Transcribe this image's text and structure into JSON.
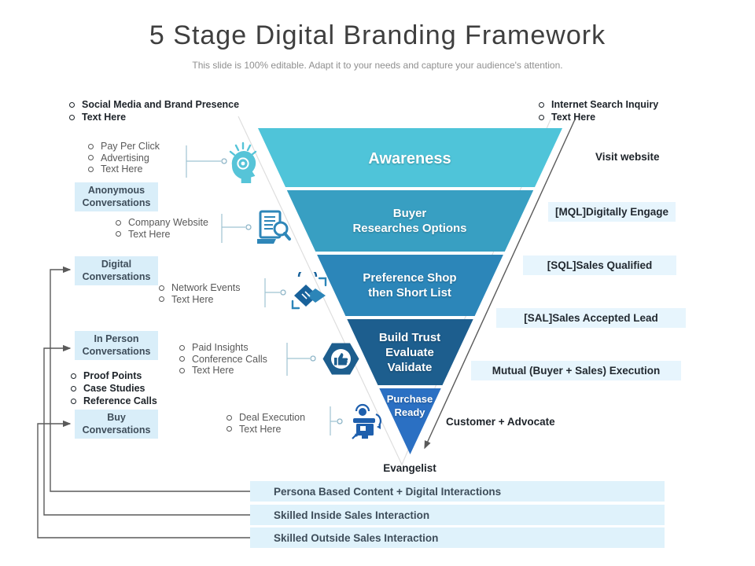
{
  "title": "5 Stage Digital Branding Framework",
  "subtitle": "This slide is 100% editable. Adapt it to your needs and capture your audience's attention.",
  "funnel": {
    "stages": [
      {
        "label": "Awareness",
        "color": "#4FC4D9"
      },
      {
        "label": "Buyer\nResearches Options",
        "color": "#389FC2"
      },
      {
        "label": "Preference Shop\nthen Short List",
        "color": "#2C86B9"
      },
      {
        "label": "Build Trust\nEvaluate\nValidate",
        "color": "#1D5E8E"
      },
      {
        "label": "Purchase\nReady",
        "color": "#2B70C3"
      }
    ],
    "bottom_label": "Evangelist"
  },
  "left": {
    "social": {
      "items": [
        "Social Media and Brand Presence",
        "Text Here"
      ]
    },
    "pay": {
      "items": [
        "Pay Per Click",
        "Advertising",
        "Text Here"
      ]
    },
    "anonymous_box": "Anonymous\nConversations",
    "company": {
      "items": [
        "Company Website",
        "Text Here"
      ]
    },
    "digital_box": "Digital\nConversations",
    "network": {
      "items": [
        "Network Events",
        "Text Here"
      ]
    },
    "inperson_box": "In Person\nConversations",
    "proof": {
      "items": [
        "Proof Points",
        "Case Studies",
        "Reference Calls"
      ]
    },
    "paid": {
      "items": [
        "Paid Insights",
        "Conference Calls",
        "Text Here"
      ]
    },
    "buy_box": "Buy\nConversations",
    "deal": {
      "items": [
        "Deal Execution",
        "Text Here"
      ]
    }
  },
  "right": {
    "search": {
      "items": [
        "Internet Search Inquiry",
        "Text Here"
      ]
    },
    "visit_label": "Visit website",
    "mql_box": "[MQL]Digitally Engage",
    "sql_box": "[SQL]Sales Qualified",
    "sal_box": "[SAL]Sales Accepted Lead",
    "mutual_box": "Mutual (Buyer + Sales) Execution",
    "customer_label": "Customer + Advocate"
  },
  "bars": [
    "Persona Based Content + Digital Interactions",
    "Skilled Inside Sales Interaction",
    "Skilled Outside Sales Interaction"
  ],
  "colors": {
    "left_box_bg": "#D9EEF9",
    "right_box_bg": "#E7F5FD",
    "bar_bg": "#DFF2FB",
    "arrow_gray": "#5a5a5a",
    "connector_blue": "#9FC3D2",
    "icon_teal": "#56C4D8",
    "icon_blue": "#2E86B8",
    "icon_dark_blue": "#1D5E8E",
    "icon_bright_blue": "#1E5FAD"
  }
}
